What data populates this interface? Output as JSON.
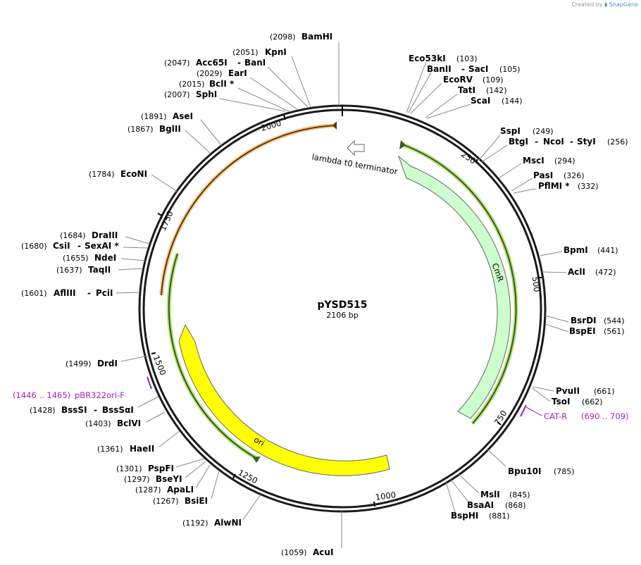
{
  "credit": {
    "prefix": "Created by",
    "brand": "SnapGene"
  },
  "plasmid": {
    "name": "pYSD515",
    "length_label": "2106 bp",
    "length": 2106
  },
  "colors": {
    "backbone": "#1a1a1a",
    "primer": "#a020d0",
    "ori_fill": "#ffff00",
    "cmr_fill": "#ccffcc",
    "orange_outline": "#f0a040",
    "green_outline": "#7ab520"
  },
  "ticks": [
    "250",
    "500",
    "750",
    "1000",
    "1250",
    "1500",
    "1750",
    "2000"
  ],
  "features": {
    "cmr": "CmR",
    "ori": "ori",
    "terminator": "lambda t0 terminator"
  },
  "primers": [
    {
      "name": "CAT-R",
      "range": "(690 .. 709)"
    },
    {
      "name": "pBR322ori-F",
      "range": "(1446 .. 1465)"
    }
  ],
  "sites": [
    {
      "name": "BamHI",
      "pos": "(2098)"
    },
    {
      "name": "KpnI",
      "pos": "(2051)"
    },
    {
      "name": "Acc65I",
      "extra": "BanI",
      "pos": "(2047)"
    },
    {
      "name": "EarI",
      "pos": "(2029)"
    },
    {
      "name": "BclI *",
      "pos": "(2015)"
    },
    {
      "name": "SphI",
      "pos": "(2007)"
    },
    {
      "name": "AseI",
      "pos": "(1891)"
    },
    {
      "name": "BglII",
      "pos": "(1867)"
    },
    {
      "name": "EcoNI",
      "pos": "(1784)"
    },
    {
      "name": "DraIII",
      "pos": "(1684)"
    },
    {
      "name": "CsiI",
      "extra": "SexAI *",
      "pos": "(1680)"
    },
    {
      "name": "NdeI",
      "pos": "(1655)"
    },
    {
      "name": "TaqII",
      "pos": "(1637)"
    },
    {
      "name": "AflIII",
      "extra": "PciI",
      "pos": "(1601)"
    },
    {
      "name": "DrdI",
      "pos": "(1499)"
    },
    {
      "name": "BssSI",
      "extra": "BssSαI",
      "pos": "(1428)"
    },
    {
      "name": "BclVI",
      "pos": "(1403)"
    },
    {
      "name": "HaeII",
      "pos": "(1361)"
    },
    {
      "name": "PspFI",
      "pos": "(1301)"
    },
    {
      "name": "BseYI",
      "pos": "(1297)"
    },
    {
      "name": "ApaLI",
      "pos": "(1287)"
    },
    {
      "name": "BsiEI",
      "pos": "(1267)"
    },
    {
      "name": "AlwNI",
      "pos": "(1192)"
    },
    {
      "name": "AcuI",
      "pos": "(1059)"
    },
    {
      "name": "Eco53kI",
      "pos": "(103)"
    },
    {
      "name": "BanII",
      "extra": "SacI",
      "pos": "(105)"
    },
    {
      "name": "EcoRV",
      "pos": "(109)"
    },
    {
      "name": "TatI",
      "pos": "(142)"
    },
    {
      "name": "ScaI",
      "pos": "(144)"
    },
    {
      "name": "SspI",
      "pos": "(249)"
    },
    {
      "name": "BtgI",
      "extra": "NcoI",
      "extra2": "StyI",
      "pos": "(256)"
    },
    {
      "name": "MscI",
      "pos": "(294)"
    },
    {
      "name": "PasI",
      "pos": "(326)"
    },
    {
      "name": "PflMI *",
      "pos": "(332)"
    },
    {
      "name": "BpmI",
      "pos": "(441)"
    },
    {
      "name": "AclI",
      "pos": "(472)"
    },
    {
      "name": "BsrDI",
      "pos": "(544)"
    },
    {
      "name": "BspEI",
      "pos": "(561)"
    },
    {
      "name": "PvuII",
      "pos": "(661)"
    },
    {
      "name": "TsoI",
      "pos": "(662)"
    },
    {
      "name": "Bpu10I",
      "pos": "(785)"
    },
    {
      "name": "MslI",
      "pos": "(845)"
    },
    {
      "name": "BsaAI",
      "pos": "(868)"
    },
    {
      "name": "BspHI",
      "pos": "(881)"
    }
  ]
}
